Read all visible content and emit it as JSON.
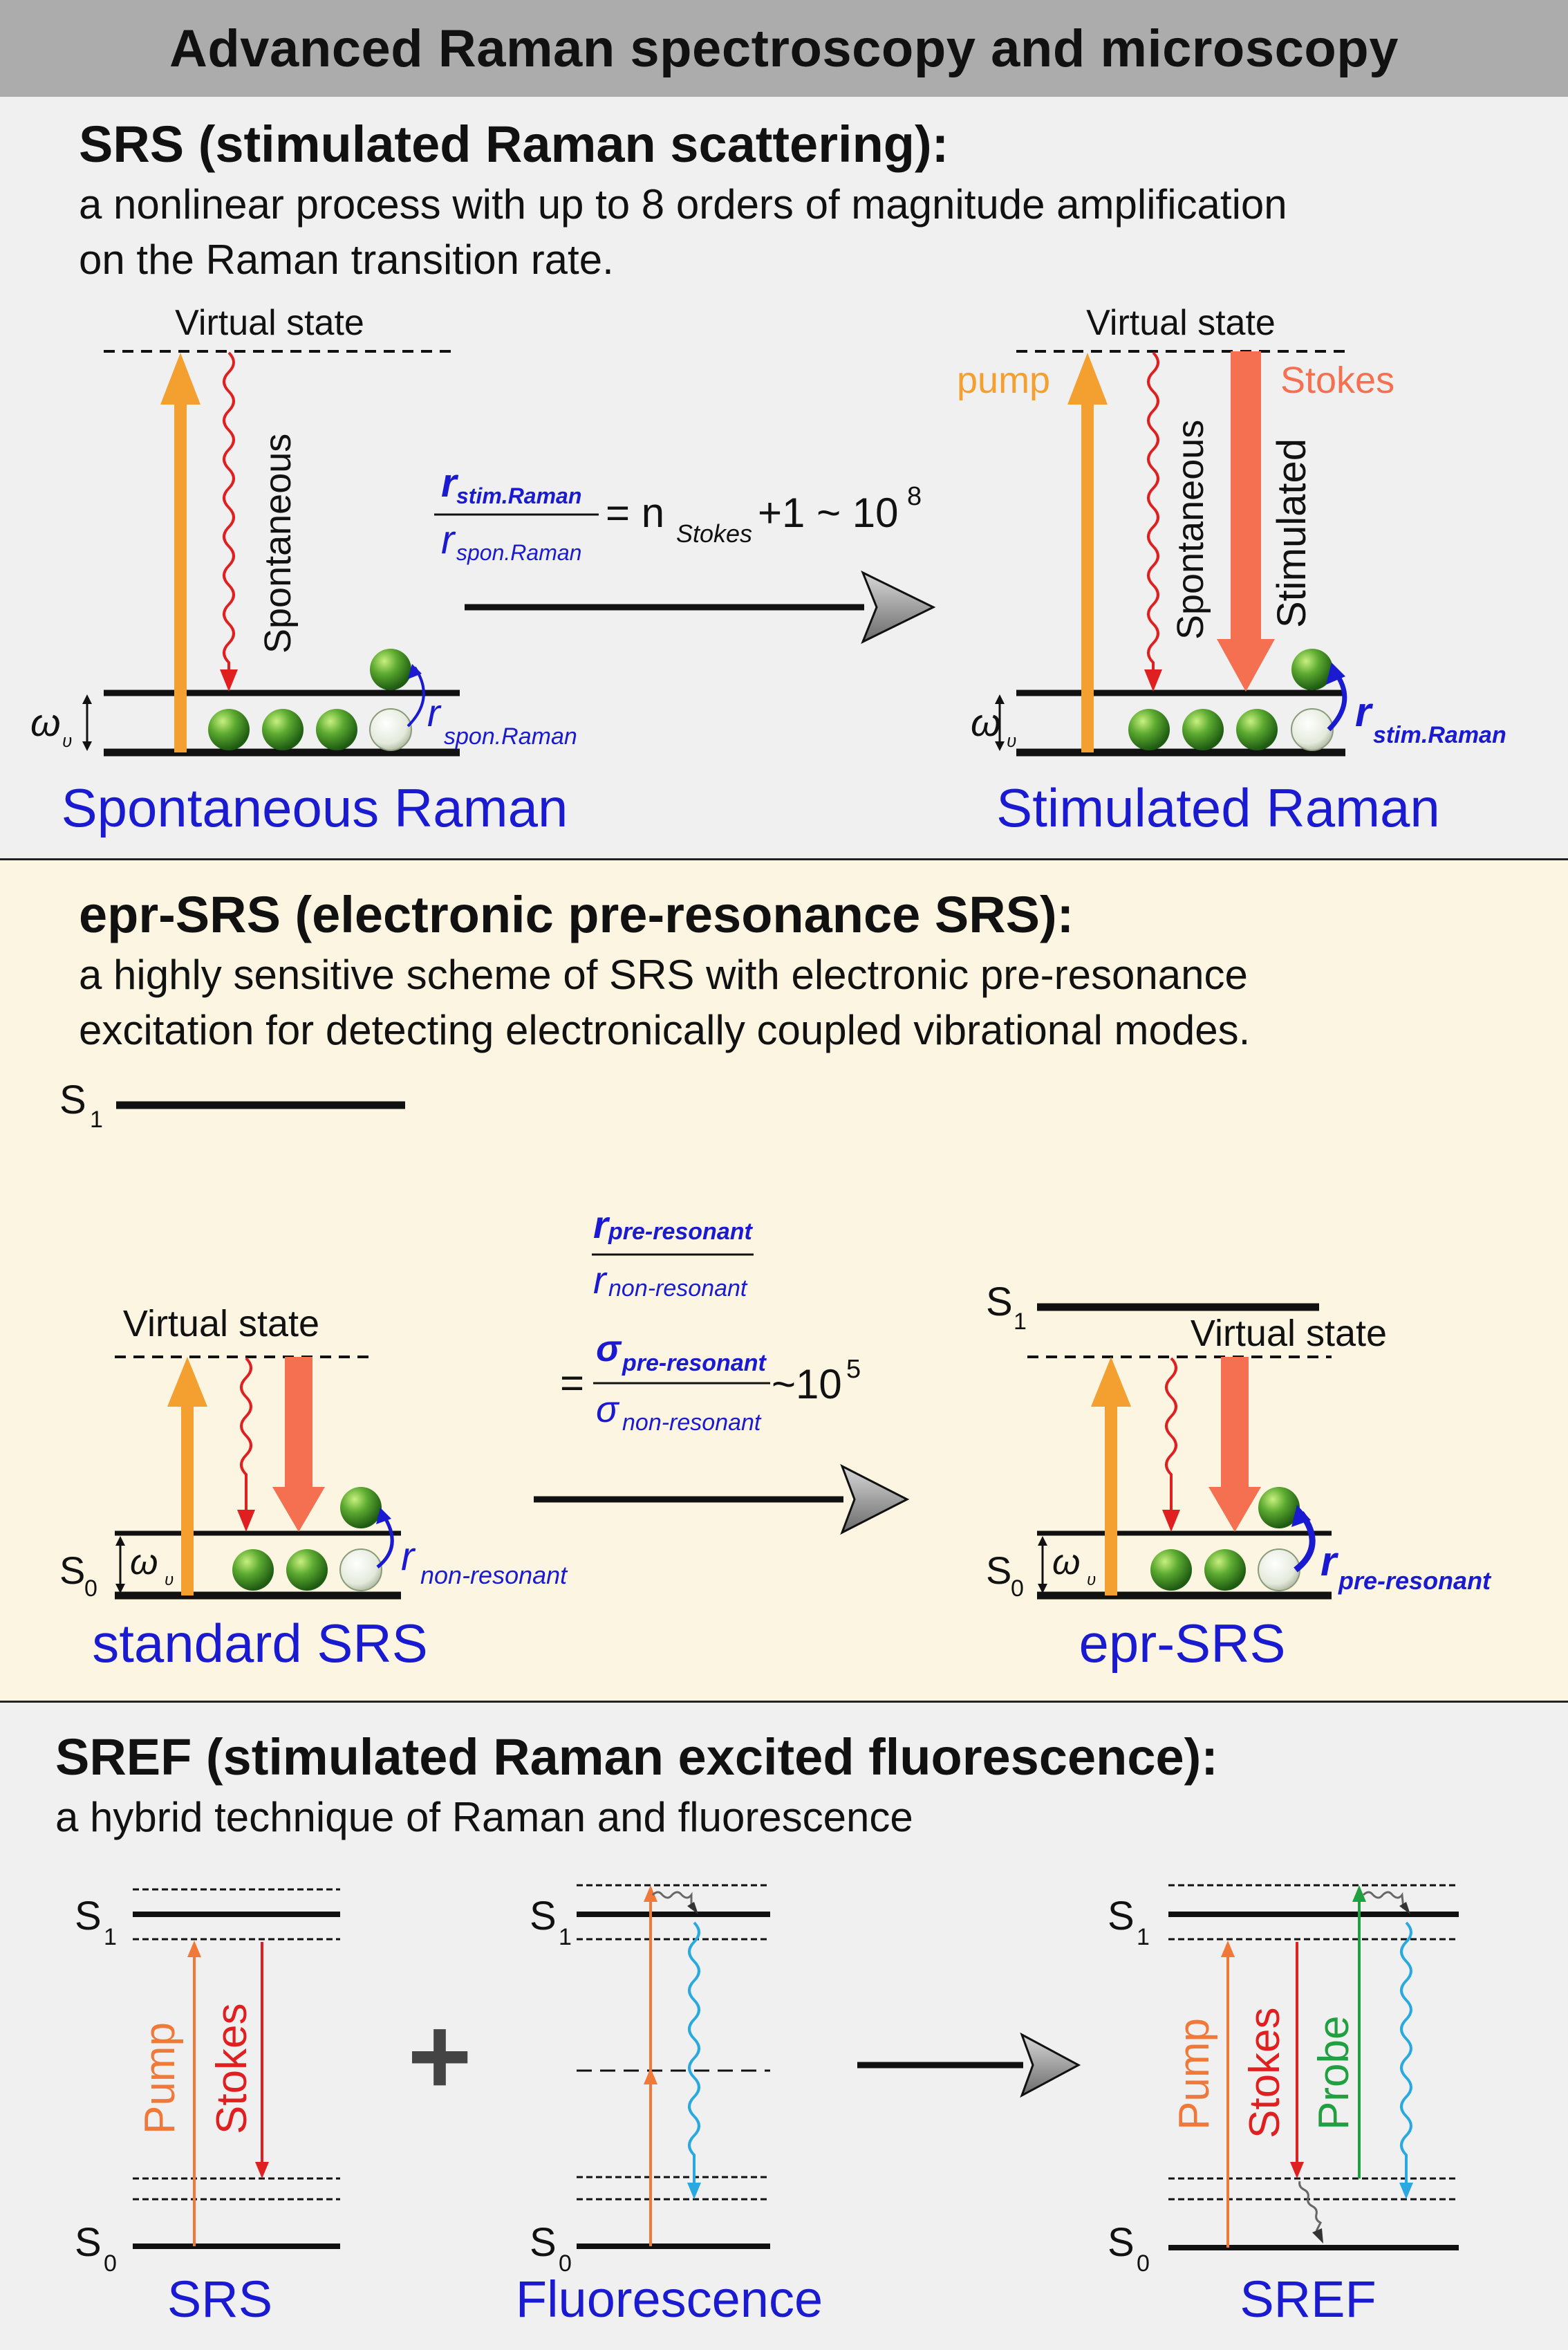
{
  "header": {
    "title": "Advanced Raman spectroscopy and microscopy"
  },
  "srs": {
    "title": "SRS (stimulated Raman scattering):",
    "desc_line1": "a nonlinear process with up to 8 orders of magnitude amplification",
    "desc_line2": "on the Raman transition rate.",
    "left_virtual": "Virtual state",
    "right_virtual": "Virtual state",
    "spontaneous": "Spontaneous",
    "stimulated": "Stimulated",
    "pump": "pump",
    "stokes": "Stokes",
    "omega": "ω",
    "omega_sub": "υ",
    "r": "r",
    "r_spon_sub": "spon.Raman",
    "r_stim_sub": "stim.Raman",
    "ratio_num_sub": "stim.Raman",
    "ratio_den_sub": "spon.Raman",
    "ratio_eq": "= n",
    "ratio_nsub": "Stokes",
    "ratio_tail": "+1 ~ 10",
    "ratio_exp": "8",
    "left_caption": "Spontaneous Raman",
    "right_caption": "Stimulated Raman"
  },
  "epr": {
    "title": "epr-SRS (electronic pre-resonance SRS):",
    "desc_line1": "a highly sensitive scheme of SRS with electronic pre-resonance",
    "desc_line2": "excitation for detecting electronically coupled vibrational modes.",
    "S": "S",
    "sub1": "1",
    "sub0": "0",
    "left_virtual": "Virtual state",
    "right_virtual": "Virtual state",
    "omega": "ω",
    "omega_sub": "υ",
    "r": "r",
    "r_nonres_sub": "non-resonant",
    "r_preres_sub": "pre-resonant",
    "sigma": "σ",
    "eq": "=",
    "tail": "~10",
    "exp": "5",
    "left_caption": "standard SRS",
    "right_caption": "epr-SRS"
  },
  "sref": {
    "title": "SREF (stimulated Raman excited fluorescence):",
    "desc": "a hybrid technique of Raman and fluorescence",
    "S": "S",
    "sub1": "1",
    "sub0": "0",
    "pump": "Pump",
    "stokes": "Stokes",
    "probe": "Probe",
    "plus": "+",
    "cap_srs": "SRS",
    "cap_fluor": "Fluorescence",
    "cap_sref": "SREF"
  },
  "colors": {
    "orange": "#f4a030",
    "coral": "#f47050",
    "red": "#e02020",
    "blue_text": "#1a1ad0",
    "green": "#20a040",
    "cyan": "#2aa8e0",
    "thin_orange": "#f07838"
  }
}
